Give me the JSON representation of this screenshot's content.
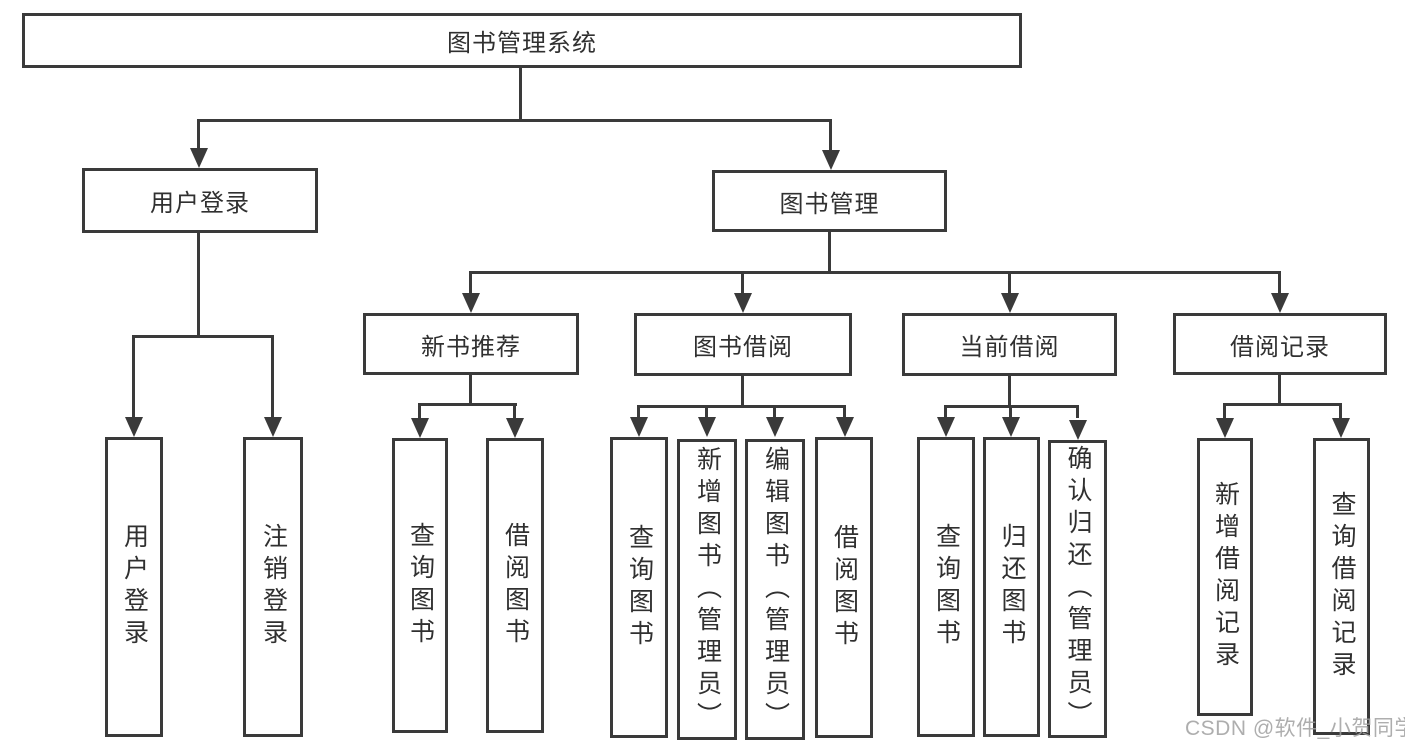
{
  "colors": {
    "line": "#3a3a3a",
    "text": "#303030",
    "background": "#ffffff",
    "watermark": "#a0a0a0"
  },
  "watermark": "CSDN @软件_小贺同学",
  "tree": {
    "root": {
      "label": "图书管理系统"
    },
    "branches": [
      {
        "label": "用户登录",
        "children": [
          {
            "label": "用户登录"
          },
          {
            "label": "注销登录"
          }
        ]
      },
      {
        "label": "图书管理",
        "children": [
          {
            "label": "新书推荐",
            "children": [
              {
                "label": "查询图书"
              },
              {
                "label": "借阅图书"
              }
            ]
          },
          {
            "label": "图书借阅",
            "children": [
              {
                "label": "查询图书"
              },
              {
                "label": "新增图书（管理员）"
              },
              {
                "label": "编辑图书（管理员）"
              },
              {
                "label": "借阅图书"
              }
            ]
          },
          {
            "label": "当前借阅",
            "children": [
              {
                "label": "查询图书"
              },
              {
                "label": "归还图书"
              },
              {
                "label": "确认归还（管理员）"
              }
            ]
          },
          {
            "label": "借阅记录",
            "children": [
              {
                "label": "新增借阅记录"
              },
              {
                "label": "查询借阅记录"
              }
            ]
          }
        ]
      }
    ]
  }
}
